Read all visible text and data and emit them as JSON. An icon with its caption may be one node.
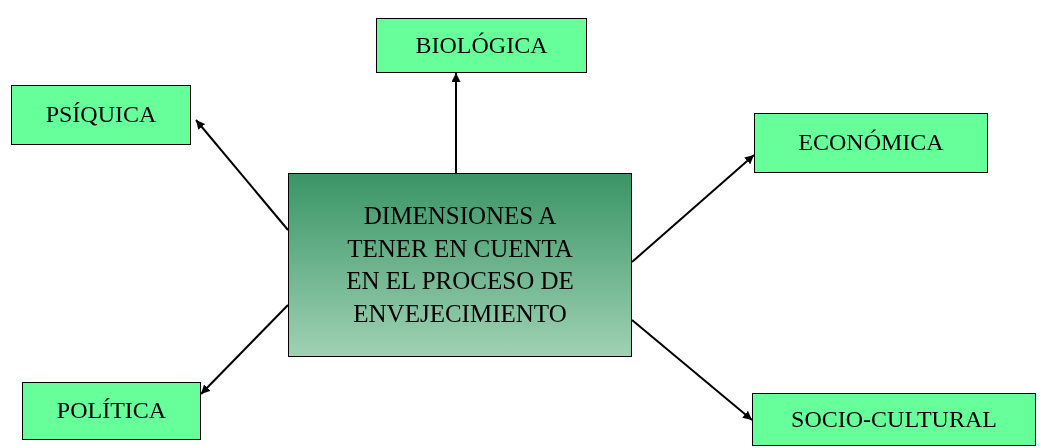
{
  "diagram": {
    "nodes": [
      {
        "text": [
          "BIOLÓGICA"
        ]
      },
      {
        "text": [
          "PSÍQUICA"
        ]
      },
      {
        "text": [
          "ECONÓMICA"
        ]
      },
      {
        "text": [
          "DIMENSIONES A TENER EN CUENTA EN EL PROCESO DE ENVEJECIMIENTO"
        ]
      },
      {
        "text": [
          "POLÍTICA"
        ]
      },
      {
        "text": [
          "SOCIO-CULTURAL"
        ]
      }
    ],
    "edges": [
      {
        "from": 3,
        "to": 0,
        "arrow": "to"
      },
      {
        "from": 3,
        "to": 1,
        "arrow": "to"
      },
      {
        "from": 3,
        "to": 2,
        "arrow": "to"
      },
      {
        "from": 3,
        "to": 4,
        "arrow": "to"
      },
      {
        "from": 3,
        "to": 5,
        "arrow": "to"
      }
    ]
  }
}
